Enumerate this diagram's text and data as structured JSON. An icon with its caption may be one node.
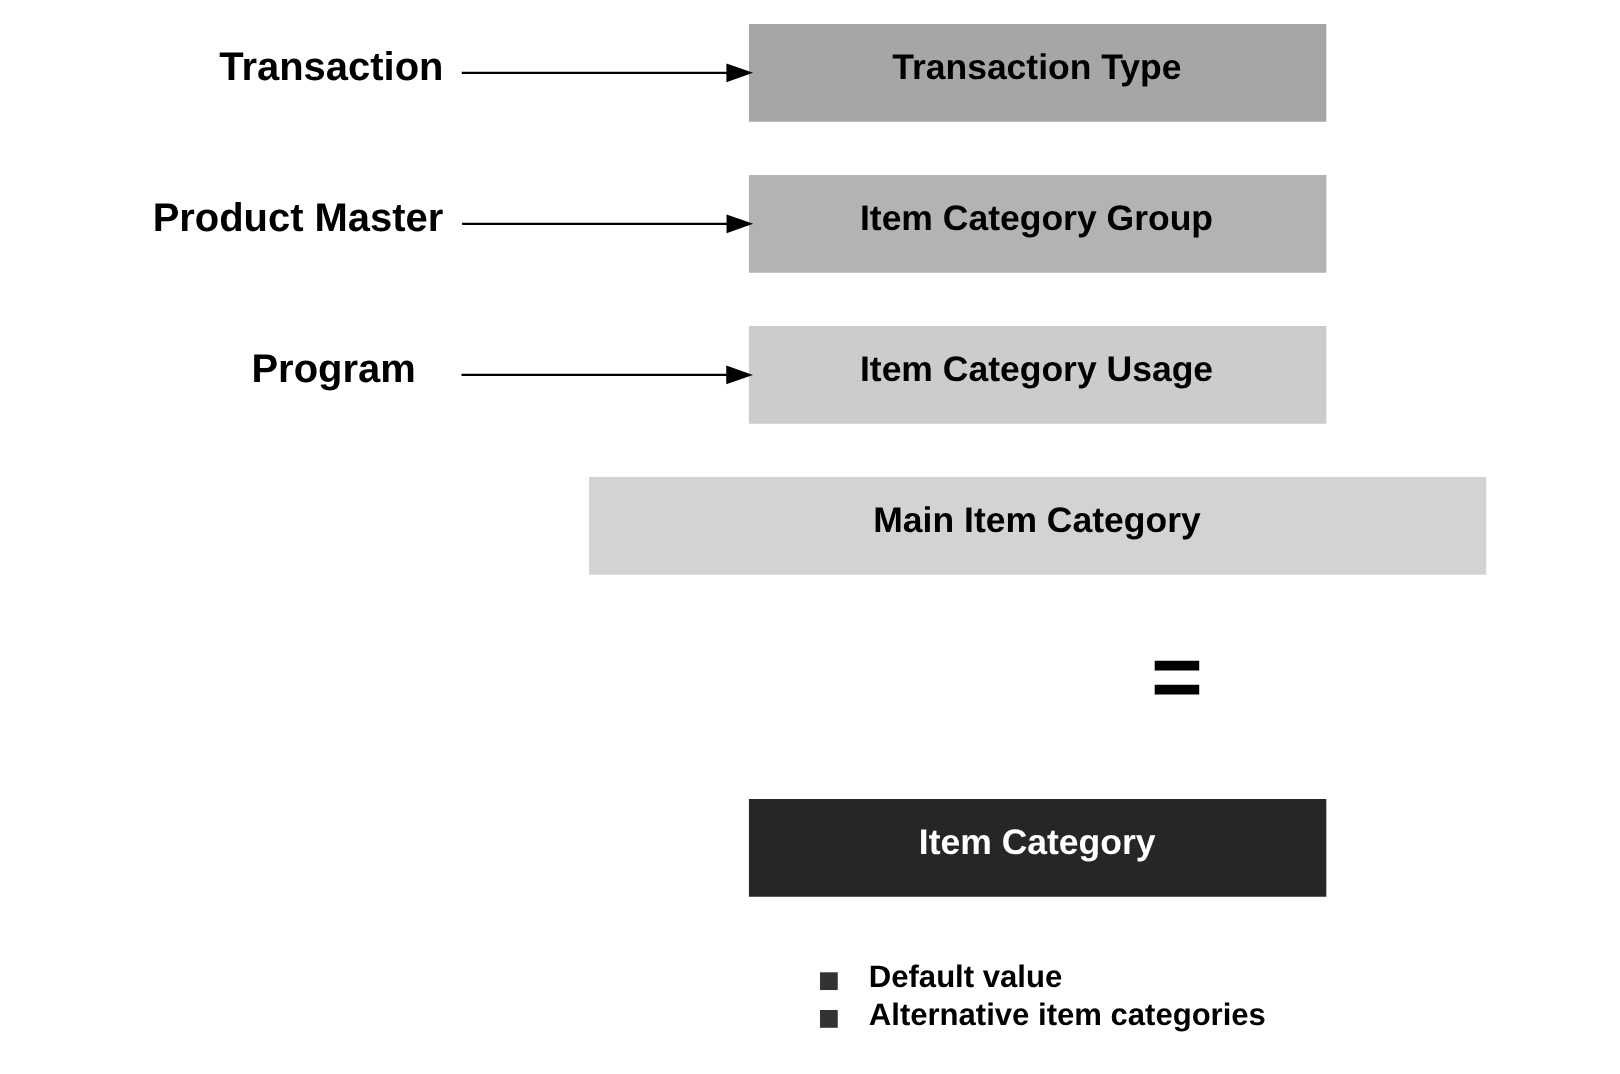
{
  "diagram": {
    "nodes": [
      {
        "text": [
          "Transaction"
        ]
      },
      {
        "text": [
          "Transaction Type"
        ]
      },
      {
        "text": [
          "Product Master"
        ]
      },
      {
        "text": [
          "Item Category Group"
        ]
      },
      {
        "text": [
          "Program"
        ]
      },
      {
        "text": [
          "Item Category Usage"
        ]
      },
      {
        "text": [
          "Main Item Category"
        ]
      },
      {
        "text": [
          "Item Category"
        ],
        "beside": [
          "Default value",
          "Alternative item categories"
        ]
      }
    ],
    "edges": [
      {
        "from": 0,
        "to": 1,
        "arrow": "to"
      },
      {
        "from": 2,
        "to": 3,
        "arrow": "to"
      },
      {
        "from": 4,
        "to": 5,
        "arrow": "to"
      }
    ],
    "labels": [
      "="
    ]
  }
}
